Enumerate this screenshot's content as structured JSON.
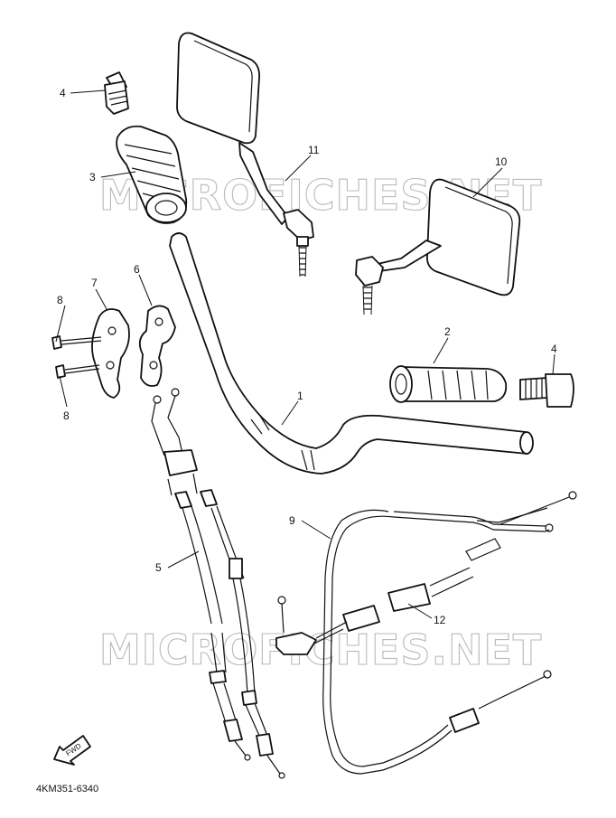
{
  "diagram_code": "4KM351-6340",
  "watermark": "MICROFICHES.NET",
  "fwd_label": "FWD",
  "callouts": [
    {
      "id": "c1",
      "label": "1"
    },
    {
      "id": "c2",
      "label": "2"
    },
    {
      "id": "c3",
      "label": "3"
    },
    {
      "id": "c4a",
      "label": "4"
    },
    {
      "id": "c4b",
      "label": "4"
    },
    {
      "id": "c5",
      "label": "5"
    },
    {
      "id": "c6",
      "label": "6"
    },
    {
      "id": "c7",
      "label": "7"
    },
    {
      "id": "c8a",
      "label": "8"
    },
    {
      "id": "c8b",
      "label": "8"
    },
    {
      "id": "c9",
      "label": "9"
    },
    {
      "id": "c10",
      "label": "10"
    },
    {
      "id": "c11",
      "label": "11"
    },
    {
      "id": "c12",
      "label": "12"
    }
  ]
}
